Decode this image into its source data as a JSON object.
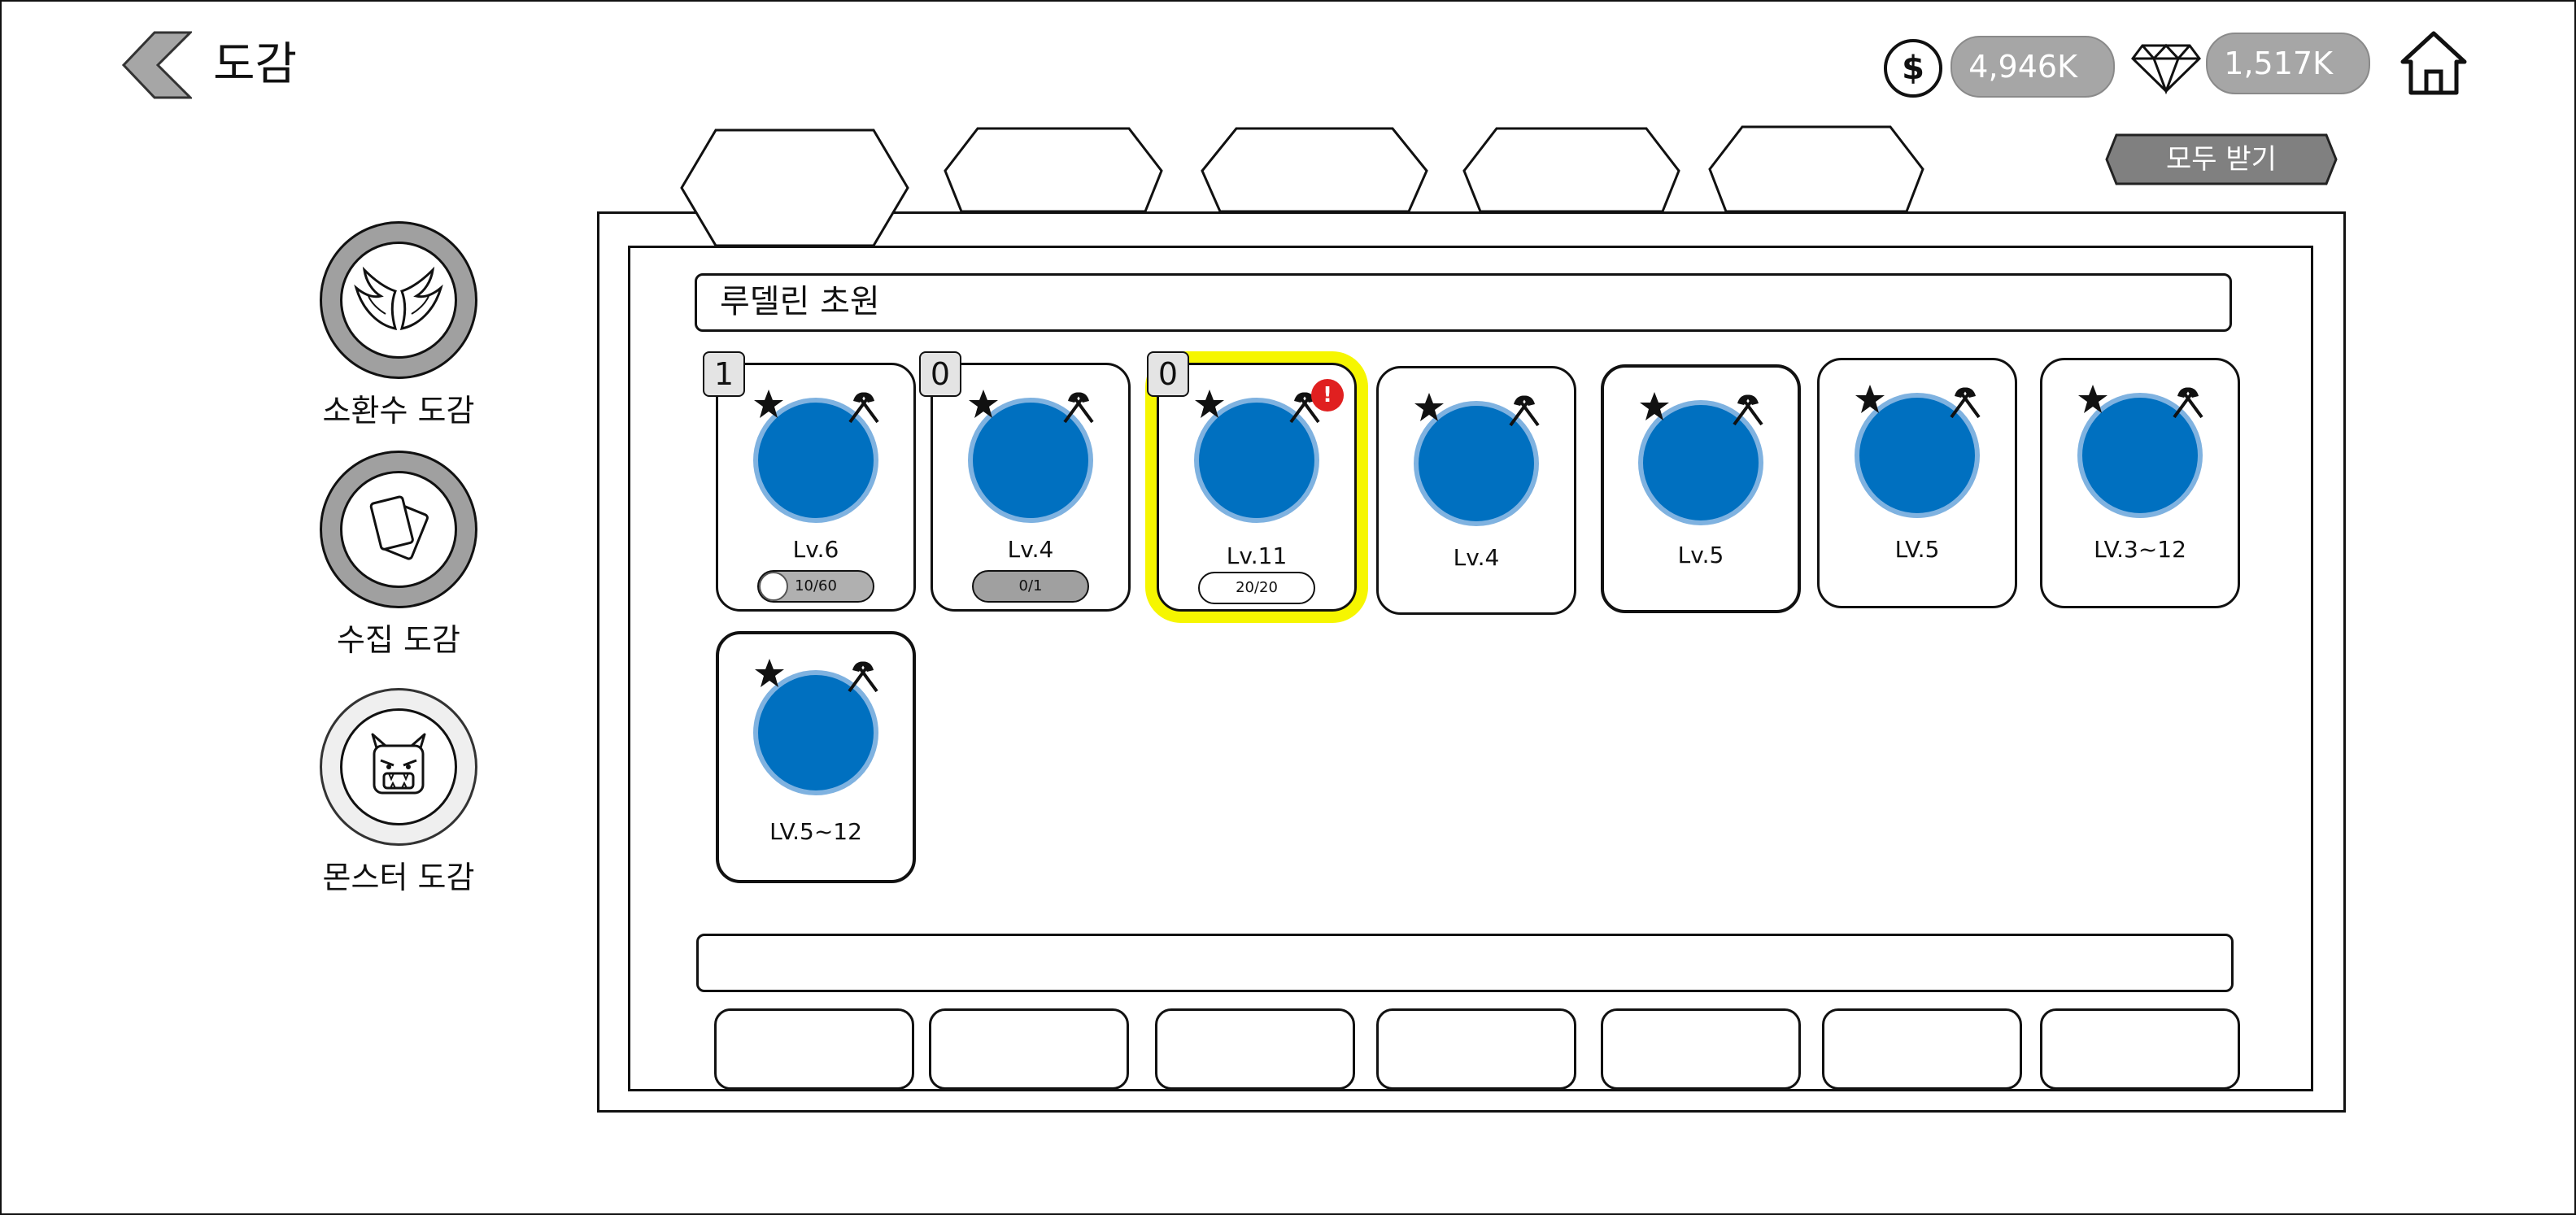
{
  "header": {
    "title": "도감",
    "coins": "4,946K",
    "gems": "1,517K",
    "claim_all": "모두 받기"
  },
  "icons": {
    "back": "chevron-left-icon",
    "coin": "dollar-coin-icon",
    "gem": "diamond-icon",
    "home": "home-icon",
    "star": "star-icon",
    "axes": "crossed-axes-icon"
  },
  "sidebar": {
    "items": [
      {
        "label": "소환수 도감",
        "icon": "wings-icon"
      },
      {
        "label": "수집 도감",
        "icon": "cards-icon"
      },
      {
        "label": "몬스터 도감",
        "icon": "monster-icon"
      }
    ]
  },
  "stage": {
    "name": "루델린 초원"
  },
  "cards": [
    {
      "badge": "1",
      "level": "Lv.6",
      "progress": "10/60"
    },
    {
      "badge": "0",
      "level": "Lv.4",
      "progress": "0/1"
    },
    {
      "badge": "0",
      "level": "Lv.11",
      "progress": "20/20",
      "alert": "!"
    },
    {
      "level": "Lv.4"
    },
    {
      "level": "Lv.5"
    },
    {
      "level": "LV.5"
    },
    {
      "level": "LV.3~12"
    },
    {
      "level": "LV.5~12"
    }
  ],
  "colors": {
    "portrait": "#0070c0",
    "portrait_ring": "#7fb2e0",
    "selected_highlight": "#f6f600",
    "alert": "#e02020",
    "pill": "#a6a6a6",
    "claim_button": "#808080"
  }
}
